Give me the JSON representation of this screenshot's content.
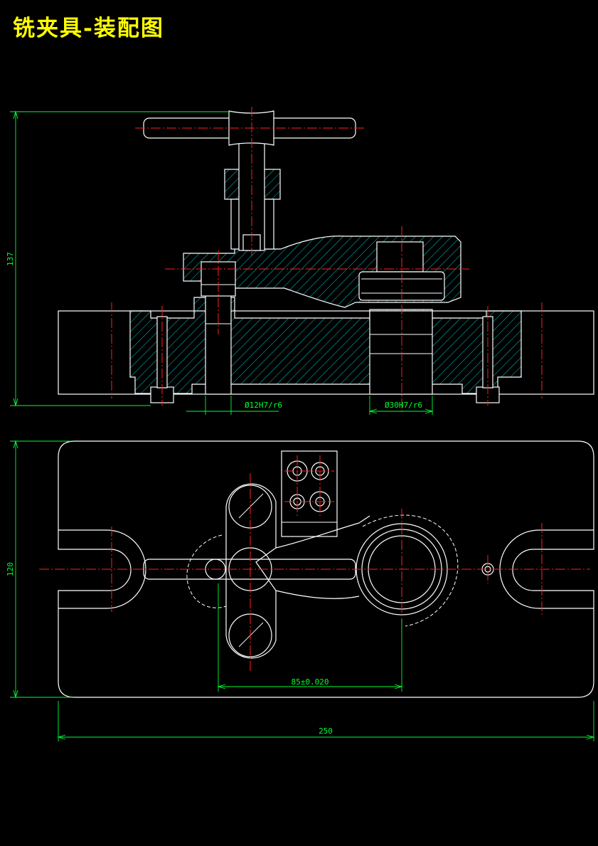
{
  "title": "铣夹具-装配图",
  "colors": {
    "background": "#000000",
    "title": "#ffff00",
    "outline": "#ffffff",
    "centerline": "#ff2020",
    "dimension": "#00ff33",
    "hatch": "#00cccc"
  },
  "dimensions": {
    "front_height": "137",
    "hole_fit_small": "Ø12H7/r6",
    "hole_fit_large": "Ø30H7/r6",
    "plan_height": "120",
    "center_distance": "85±0.020",
    "overall_length": "250"
  }
}
